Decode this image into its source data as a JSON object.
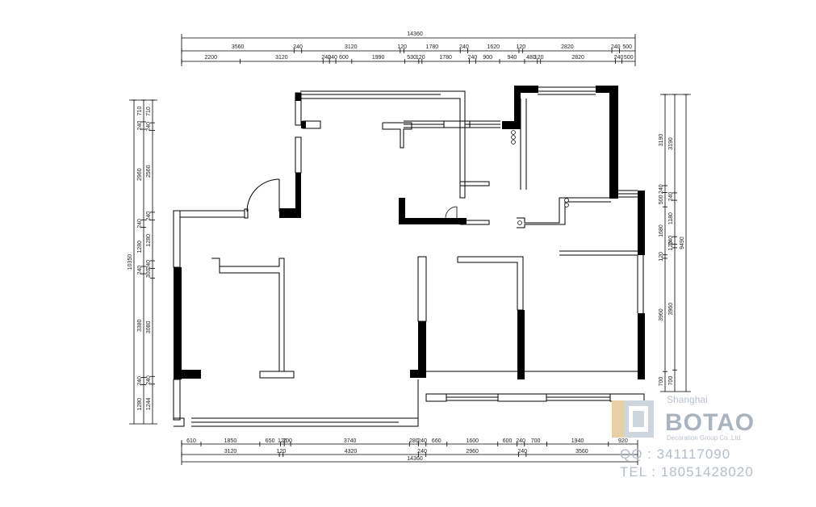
{
  "dimensions": {
    "top_total": "14360",
    "top_row1": [
      "3560",
      "240",
      "3120",
      "120",
      "1780",
      "240",
      "1620",
      "120",
      "2820",
      "240",
      "500"
    ],
    "top_row2": [
      "2200",
      "3120",
      "240",
      "240",
      "600",
      "1990",
      "530",
      "120",
      "1780",
      "240",
      "900",
      "940",
      "480",
      "120",
      "2820",
      "240",
      "500"
    ],
    "bottom_row1": [
      "610",
      "1850",
      "650",
      "120",
      "200",
      "3740",
      "280",
      "240",
      "660",
      "1600",
      "600",
      "240",
      "700",
      "1940",
      "920"
    ],
    "bottom_row2": [
      "3120",
      "120",
      "4320",
      "240",
      "2960",
      "240",
      "3560"
    ],
    "bottom_total": "14360",
    "left_outer": [
      "10350"
    ],
    "left_mid": [
      "710",
      "240",
      "2960",
      "240",
      "1280",
      "240",
      "3380",
      "240",
      "1280"
    ],
    "left_inner": [
      "710",
      "240",
      "2560",
      "240",
      "1280",
      "240",
      "300",
      "3080",
      "240",
      "1244"
    ],
    "right_inner": [
      "3190",
      "240",
      "500",
      "1680",
      "120",
      "3960",
      "700"
    ],
    "right_mid": [
      "3190",
      "240",
      "1180",
      "240",
      "120",
      "3960",
      "700"
    ],
    "right_outer": [
      "9490"
    ]
  },
  "watermark": {
    "city": "Shanghai",
    "brand": "BOTAO",
    "company": "Decoration Group Co.,Ltd.",
    "qq": "QQ : 341117090",
    "tel": "TEL : 18051428020",
    "logo_color": "#cdd6df",
    "logo_accent": "#e7cfa6"
  },
  "colors": {
    "wall": "#000000",
    "line": "#000000",
    "background": "#ffffff"
  }
}
